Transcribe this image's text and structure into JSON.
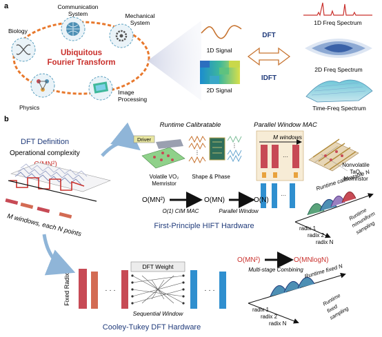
{
  "panels": {
    "a": {
      "label": "a",
      "center_title_line1": "Ubiquitous",
      "center_title_line2": "Fourier Transform",
      "domains": {
        "biology": "Biology",
        "communication_line1": "Communication",
        "communication_line2": "System",
        "mechanical_line1": "Mechanical",
        "mechanical_line2": "System",
        "physics": "Physics",
        "image_line1": "Image",
        "image_line2": "Processing"
      },
      "signal_1d": "1D Signal",
      "signal_2d": "2D Signal",
      "dft": "DFT",
      "idft": "IDFT",
      "freq_1d": "1D Freq Spectrum",
      "freq_2d": "2D Freq Spectrum",
      "time_freq": "Time-Freq Spectrum"
    },
    "b": {
      "label": "b",
      "dft_definition": "DFT Definition",
      "operational_complexity": "Operational complexity",
      "complexity_main": "O(MN²)",
      "windows_caption": "M windows, each N points",
      "runtime_calibratable": "Runtime Calibratable",
      "parallel_window_mac": "Parallel Window MAC",
      "driver": "Driver",
      "volatile_line1": "Volatile VO₂",
      "volatile_line2": "Memristor",
      "shape_phase": "Shape & Phase",
      "m_windows": "M windows",
      "nonvolatile_line1": "Nonvolatile",
      "nonvolatile_line2": "TaOₓ",
      "nonvolatile_line3": "Memristor",
      "chain": [
        "O(MN²)",
        "O(MN)",
        "O(N)"
      ],
      "chain_notes": [
        "O(1) CIM MAC",
        "Parallel Window"
      ],
      "hift_title": "First-Principle HIFT Hardware",
      "runtime_calibratable_n": "Runtime calibratable N",
      "radix_labels": [
        "radix 1",
        "radix 2",
        "radix N"
      ],
      "runtime_nonuniform_line1": "Runtime",
      "runtime_nonuniform_line2": "nonuniform",
      "runtime_nonuniform_line3": "sampling",
      "dft_weight": "DFT Weight",
      "fixed_radix": "Fixed Radix",
      "sequential_window": "Sequential Window",
      "ellipsis": "· · ·",
      "ct_title": "Cooley-Tukey DFT Hardware",
      "ct_chain": [
        "O(MN²)",
        "O(MNlogN)"
      ],
      "multi_stage": "Multi-stage Combining",
      "runtime_fixed_n": "Runtime fixed N",
      "runtime_fixed_line1": "Runtime",
      "runtime_fixed_line2": "fixed",
      "runtime_fixed_line3": "sampling"
    }
  },
  "colors": {
    "ring": "#e8782c",
    "title_red": "#c9302c",
    "navy": "#1f3a7a",
    "blue_bar": "#2f8fcf",
    "red_bar": "#c64b57",
    "arrow_blue": "#8fb5d8"
  }
}
